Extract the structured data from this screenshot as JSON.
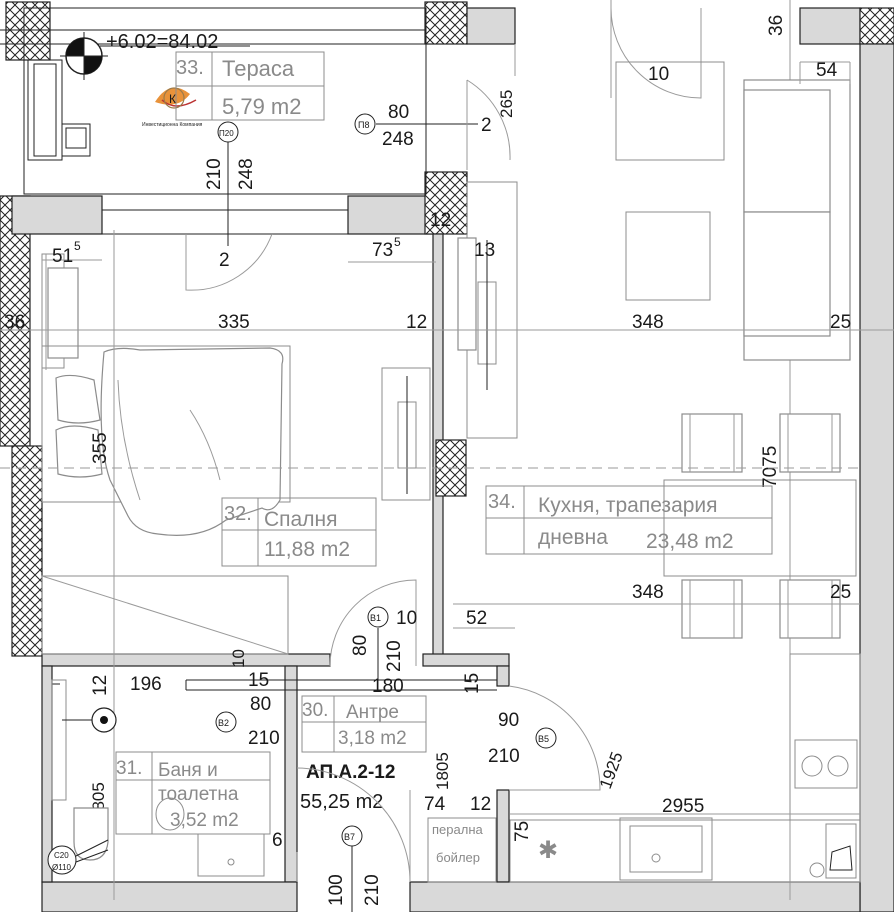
{
  "plan": {
    "apartment_code": "АП.А.2-12",
    "apartment_area": "55,25 m2",
    "elevation": "+6.02=84.02",
    "logo_caption": "Инвестиционна Компания",
    "rooms": {
      "terrace": {
        "number": "33.",
        "name": "Тераса",
        "area": "5,79 m2"
      },
      "bedroom": {
        "number": "32.",
        "name": "Спалня",
        "area": "11,88 m2"
      },
      "kitchen": {
        "number": "34.",
        "name_line1": "Кухня, трапезария",
        "name_line2": "дневна",
        "area": "23,48 m2"
      },
      "hall": {
        "number": "30.",
        "name": "Антре",
        "area": "3,18 m2"
      },
      "bath": {
        "number": "31.",
        "name_line1": "Баня и",
        "name_line2": "тоалетна",
        "area": "3,52 m2"
      }
    },
    "fixtures": {
      "washer_line1": "перална",
      "washer_line2": "бойлер"
    },
    "tags": {
      "p8": "П8",
      "p20": "П20",
      "b1": "В1",
      "b2": "В2",
      "b5": "В5",
      "b7": "В7",
      "c20": "С20",
      "c20_sub": "Ø110"
    },
    "dims": {
      "d36_top": "36",
      "d10_top": "10",
      "d54": "54",
      "d265": "265",
      "d80_p8": "80",
      "d248_p8": "248",
      "d2_p8": "2",
      "d210_p20": "210",
      "d248_p20": "248",
      "d2_p20": "2",
      "d12_a": "12",
      "d13": "13",
      "d51": "51",
      "d51_sup": "5",
      "d73": "73",
      "d73_sup": "5",
      "d36_left": "36",
      "d335": "335",
      "d12_mid": "12",
      "d348_top": "348",
      "d25_top": "25",
      "d355": "355",
      "d7075": "7075",
      "d348_bot": "348",
      "d25_bot": "25",
      "d10_b1": "10",
      "d52": "52",
      "d80_b1": "80",
      "d210_b1": "210",
      "d10_small": "10",
      "d12_left": "12",
      "d196": "196",
      "d15_a": "15",
      "d80_b2": "80",
      "d180": "180",
      "d15_b": "15",
      "d210_b2": "210",
      "d90": "90",
      "d210_b5": "210",
      "d1925": "1925",
      "d1805_left": "1805",
      "d1805_mid": "1805",
      "d74": "74",
      "d12_b": "12",
      "d75": "75",
      "d2955": "2955",
      "d6": "6",
      "d100": "100",
      "d210_b7": "210"
    }
  }
}
